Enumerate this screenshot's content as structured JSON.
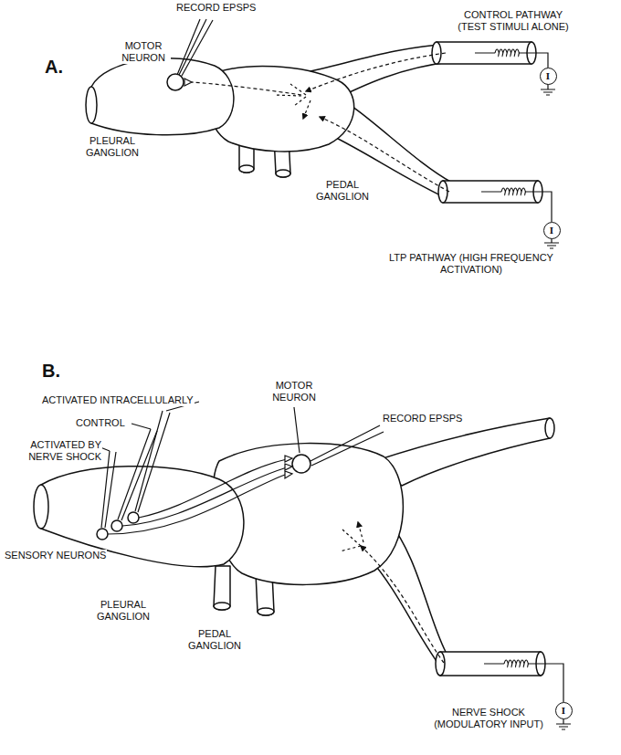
{
  "diagram": {
    "nodes": [
      {
        "text": [
          "I"
        ]
      },
      {
        "text": [
          "I"
        ]
      },
      {
        "text": [
          "I"
        ]
      }
    ],
    "labels": [
      "A.",
      "RECORD EPSPS",
      "MOTOR NEURON",
      "PLEURAL GANGLION",
      "PEDAL GANGLION",
      "CONTROL PATHWAY (TEST STIMULI ALONE)",
      "LTP PATHWAY (HIGH FREQUENCY ACTIVATION)",
      "B.",
      "ACTIVATED INTRACELLULARLY",
      "CONTROL",
      "ACTIVATED BY NERVE SHOCK",
      "RECORD EPSPS",
      "SENSORY NEURONS",
      "MOTOR NEURON",
      "PLEURAL GANGLION",
      "PEDAL GANGLION",
      "NERVE SHOCK (MODULATORY INPUT)"
    ]
  }
}
